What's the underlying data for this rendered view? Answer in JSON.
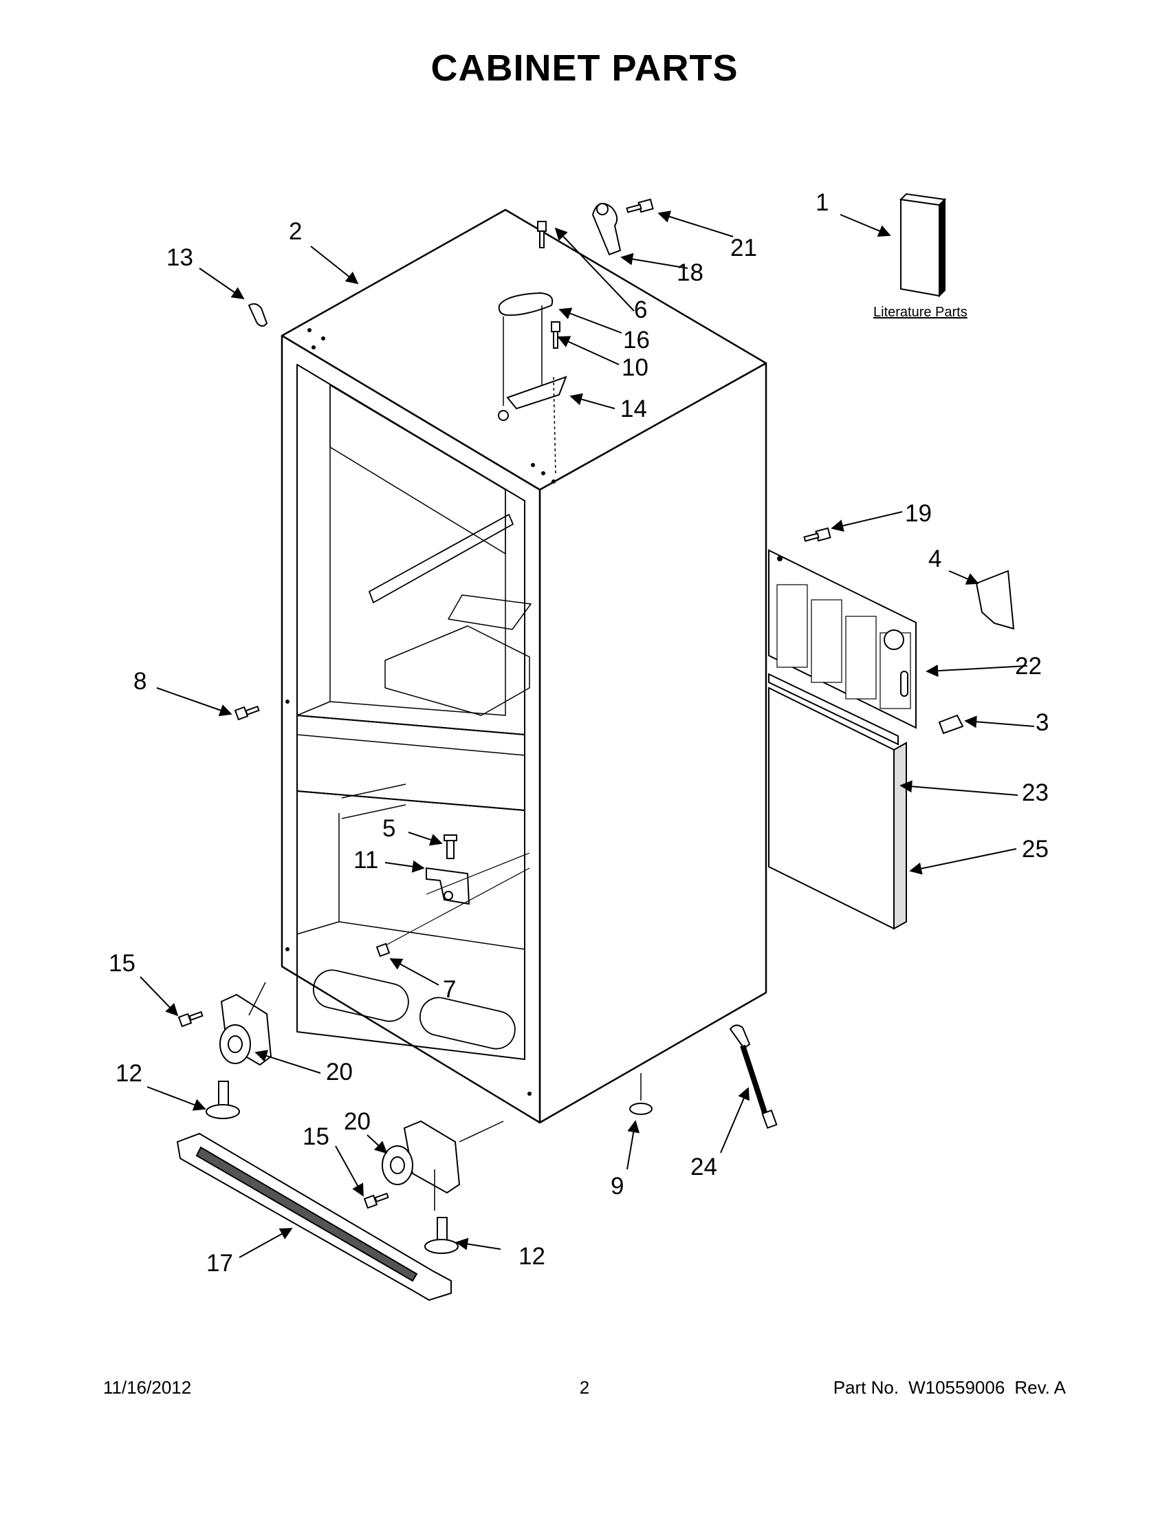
{
  "page": {
    "title": "CABINET PARTS"
  },
  "diagram": {
    "literature_label": "Literature Parts",
    "callouts": [
      {
        "id": "c1",
        "label": "1"
      },
      {
        "id": "c2",
        "label": "2"
      },
      {
        "id": "c3",
        "label": "3"
      },
      {
        "id": "c4",
        "label": "4"
      },
      {
        "id": "c5",
        "label": "5"
      },
      {
        "id": "c6",
        "label": "6"
      },
      {
        "id": "c7",
        "label": "7"
      },
      {
        "id": "c8",
        "label": "8"
      },
      {
        "id": "c9",
        "label": "9"
      },
      {
        "id": "c10",
        "label": "10"
      },
      {
        "id": "c11",
        "label": "11"
      },
      {
        "id": "c12a",
        "label": "12"
      },
      {
        "id": "c12b",
        "label": "12"
      },
      {
        "id": "c13",
        "label": "13"
      },
      {
        "id": "c14",
        "label": "14"
      },
      {
        "id": "c15a",
        "label": "15"
      },
      {
        "id": "c15b",
        "label": "15"
      },
      {
        "id": "c16",
        "label": "16"
      },
      {
        "id": "c17",
        "label": "17"
      },
      {
        "id": "c18",
        "label": "18"
      },
      {
        "id": "c19",
        "label": "19"
      },
      {
        "id": "c20a",
        "label": "20"
      },
      {
        "id": "c20b",
        "label": "20"
      },
      {
        "id": "c21",
        "label": "21"
      },
      {
        "id": "c22",
        "label": "22"
      },
      {
        "id": "c23",
        "label": "23"
      },
      {
        "id": "c24",
        "label": "24"
      },
      {
        "id": "c25",
        "label": "25"
      }
    ]
  },
  "footer": {
    "date": "11/16/2012",
    "page_number": "2",
    "part_label": "Part No.",
    "part_number": "W10559006",
    "revision": "Rev.  A"
  }
}
